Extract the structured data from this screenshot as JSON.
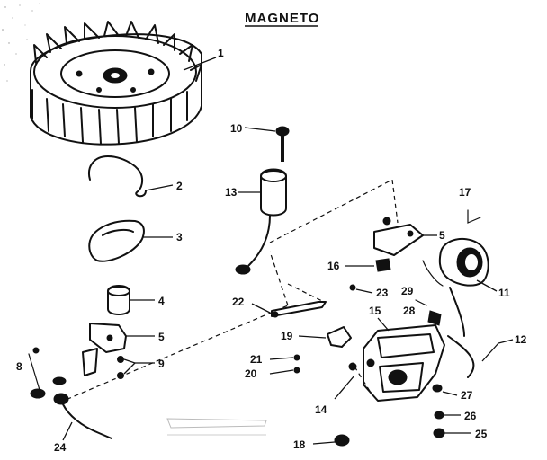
{
  "title": "MAGNETO",
  "callouts": [
    "1",
    "2",
    "3",
    "4",
    "5",
    "9",
    "10",
    "13",
    "5",
    "16",
    "17",
    "11",
    "22",
    "23",
    "29",
    "15",
    "28",
    "19",
    "21",
    "20",
    "14",
    "12",
    "27",
    "26",
    "25",
    "18",
    "8",
    "24"
  ]
}
